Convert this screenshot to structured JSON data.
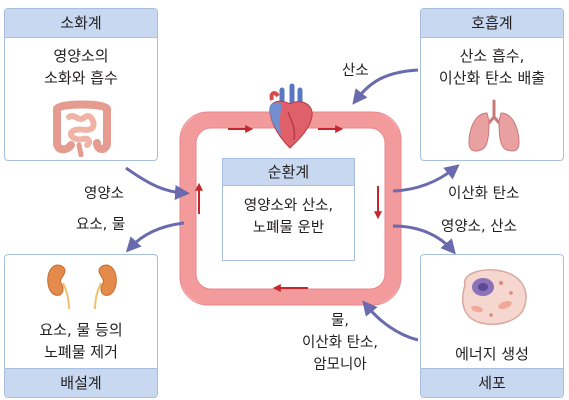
{
  "digestive": {
    "title": "소화계",
    "lines": [
      "영양소의",
      "소화와 흡수"
    ]
  },
  "respiratory": {
    "title": "호흡계",
    "lines": [
      "산소 흡수,",
      "이산화 탄소 배출"
    ]
  },
  "circulatory": {
    "title": "순환계",
    "lines": [
      "영양소와 산소,",
      "노폐물 운반"
    ]
  },
  "excretory": {
    "title": "배설계",
    "lines": [
      "요소, 물 등의",
      "노폐물 제거"
    ]
  },
  "cell": {
    "title": "세포",
    "lines": [
      "에너지 생성"
    ]
  },
  "arrows": {
    "oxygen_in": "산소",
    "nutrients_in": "영양소",
    "urea_water_out": "요소, 물",
    "co2_out": "이산화 탄소",
    "nutrients_oxygen_out": "영양소, 산소",
    "waste_lines": [
      "물,",
      "이산화 탄소,",
      "암모니아"
    ]
  },
  "colors": {
    "header": "#c7d8f0",
    "border": "#a9bfe0",
    "arrow": "#6a6aae",
    "loop": "#f29a9c",
    "loop_arrow": "#c4282e"
  }
}
